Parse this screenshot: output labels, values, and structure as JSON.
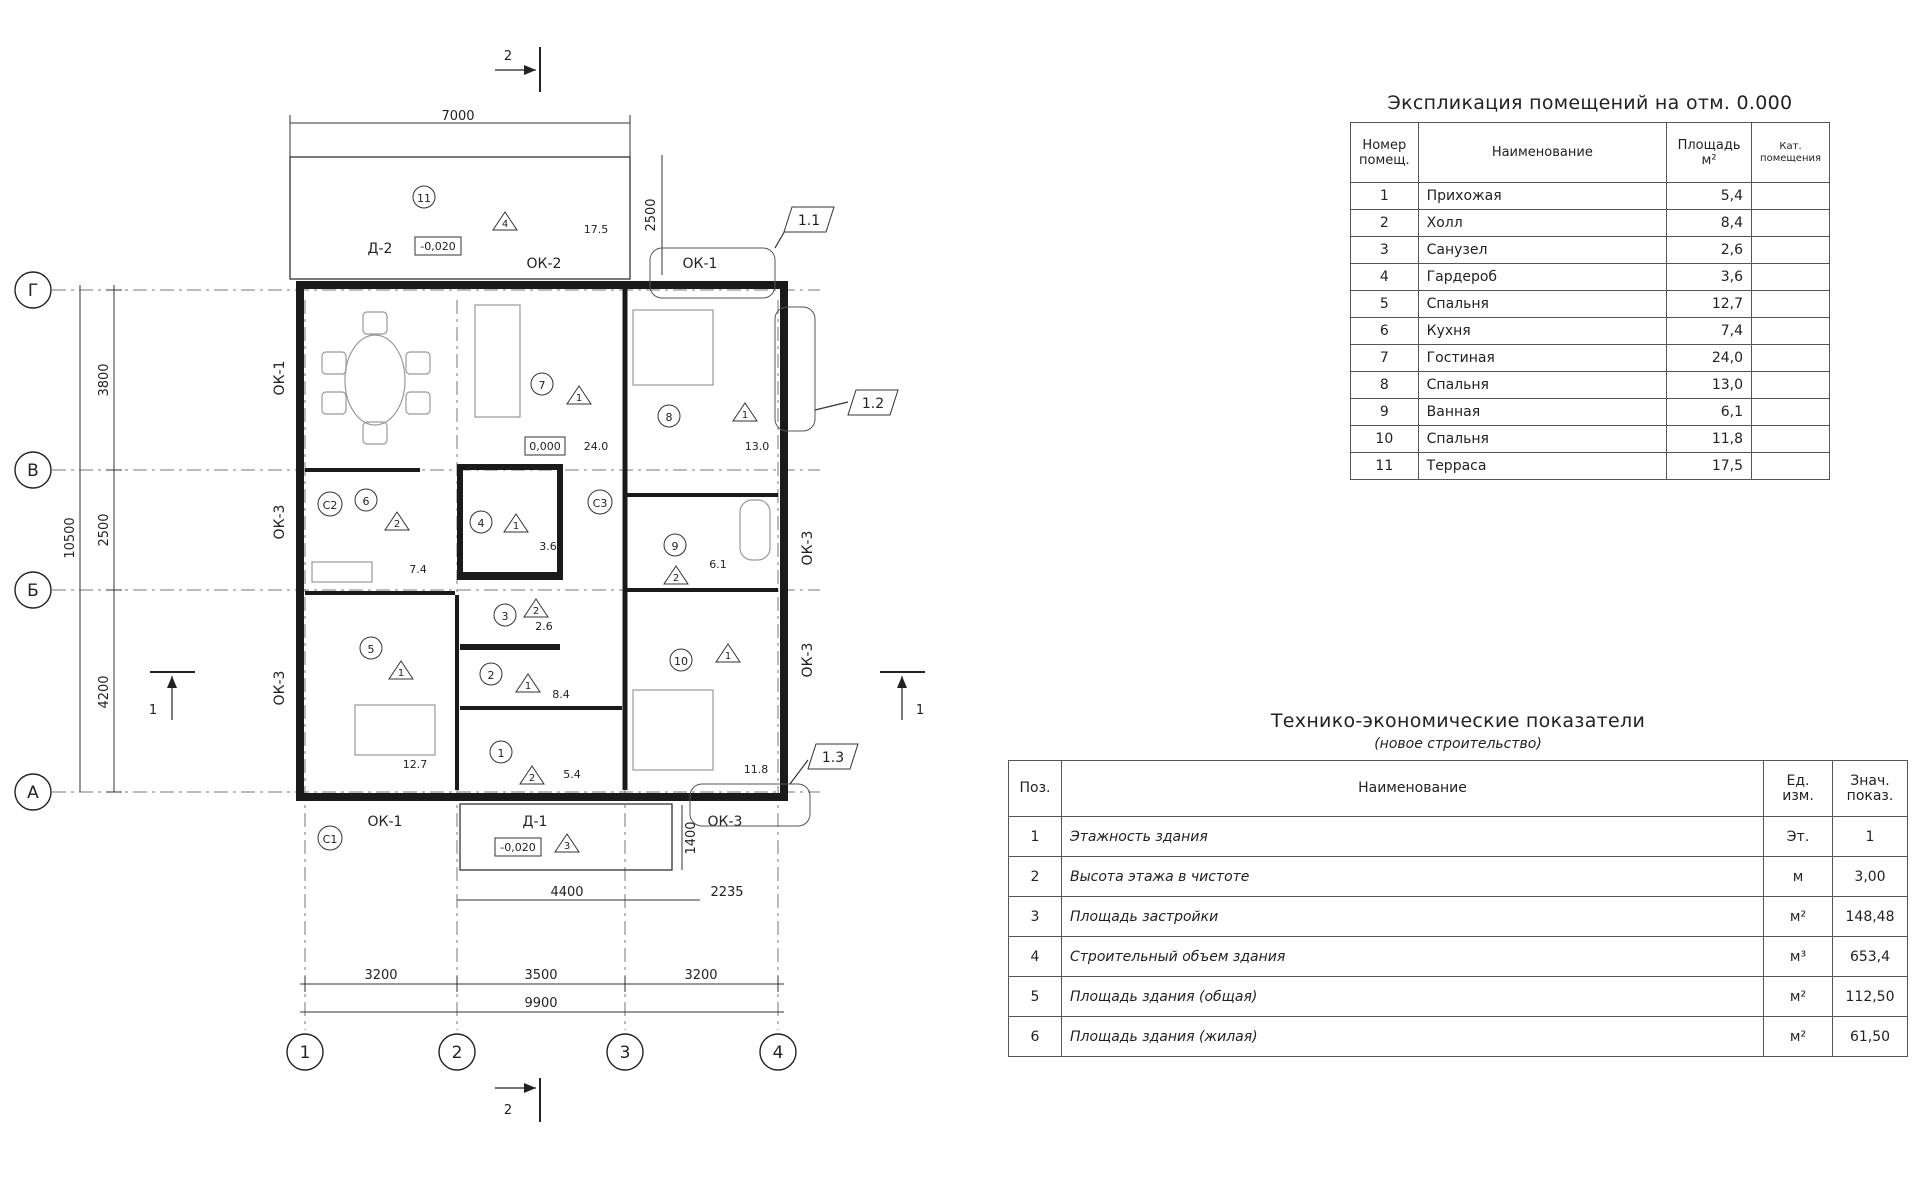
{
  "plan": {
    "dims": {
      "top": "7000",
      "terrace_depth": "2500",
      "left_total": "10500",
      "left_1": "3800",
      "left_2": "2500",
      "left_3": "4200",
      "bottom_1": "3200",
      "bottom_2": "3500",
      "bottom_3": "3200",
      "bottom_total": "9900",
      "porch_width": "4400",
      "porch_offset": "2235",
      "porch_depth": "1400"
    },
    "axes_rows": [
      "Г",
      "В",
      "Б",
      "А"
    ],
    "axes_cols": [
      "1",
      "2",
      "3",
      "4"
    ],
    "sections": {
      "s1": "1",
      "s2": "2"
    },
    "callouts": [
      "1.1",
      "1.2",
      "1.3"
    ],
    "elevations": {
      "terrace": "-0,020",
      "floor": "0,000",
      "porch": "-0,020"
    },
    "openings": {
      "ok1_top": "ОК-1",
      "ok2_top": "ОК-2",
      "ok1_left": "ОК-1",
      "ok3_left_a": "ОК-3",
      "ok3_left_b": "ОК-3",
      "ok3_right_a": "ОК-3",
      "ok3_right_b": "ОК-3",
      "ok1_bottom": "ОК-1",
      "ok3_bottom": "ОК-3",
      "d1": "Д-1",
      "d2": "Д-2"
    },
    "columns": {
      "c1": "С1",
      "c2": "С2",
      "c3": "С3"
    },
    "rooms": [
      {
        "num": "11",
        "area": "17.5",
        "tri": "4"
      },
      {
        "num": "7",
        "area": "24.0",
        "tri": "1"
      },
      {
        "num": "8",
        "area": "13.0",
        "tri": "1"
      },
      {
        "num": "6",
        "area": "7.4",
        "tri": "2"
      },
      {
        "num": "4",
        "area": "3.6",
        "tri": "1"
      },
      {
        "num": "3",
        "area": "2.6",
        "tri": "2"
      },
      {
        "num": "9",
        "area": "6.1",
        "tri": "2"
      },
      {
        "num": "5",
        "area": "12.7",
        "tri": "1"
      },
      {
        "num": "2",
        "area": "8.4",
        "tri": "1"
      },
      {
        "num": "10",
        "area": "11.8",
        "tri": "1"
      },
      {
        "num": "1",
        "area": "5.4",
        "tri": "2"
      }
    ],
    "porch_tri": "3"
  },
  "explication": {
    "title": "Экспликация помещений на отм. 0.000",
    "headers": [
      "Номер помещ.",
      "Наименование",
      "Площадь м²",
      "Кат. помещения"
    ],
    "rows": [
      [
        "1",
        "Прихожая",
        "5,4",
        ""
      ],
      [
        "2",
        "Холл",
        "8,4",
        ""
      ],
      [
        "3",
        "Санузел",
        "2,6",
        ""
      ],
      [
        "4",
        "Гардероб",
        "3,6",
        ""
      ],
      [
        "5",
        "Спальня",
        "12,7",
        ""
      ],
      [
        "6",
        "Кухня",
        "7,4",
        ""
      ],
      [
        "7",
        "Гостиная",
        "24,0",
        ""
      ],
      [
        "8",
        "Спальня",
        "13,0",
        ""
      ],
      [
        "9",
        "Ванная",
        "6,1",
        ""
      ],
      [
        "10",
        "Спальня",
        "11,8",
        ""
      ],
      [
        "11",
        "Терраса",
        "17,5",
        ""
      ]
    ]
  },
  "tep": {
    "title": "Технико-экономические показатели",
    "subtitle": "(новое строительство)",
    "headers": [
      "Поз.",
      "Наименование",
      "Ед. изм.",
      "Знач. показ."
    ],
    "rows": [
      [
        "1",
        "Этажность здания",
        "Эт.",
        "1"
      ],
      [
        "2",
        "Высота этажа в чистоте",
        "м",
        "3,00"
      ],
      [
        "3",
        "Площадь застройки",
        "м²",
        "148,48"
      ],
      [
        "4",
        "Строительный объем здания",
        "м³",
        "653,4"
      ],
      [
        "5",
        "Площадь здания (общая)",
        "м²",
        "112,50"
      ],
      [
        "6",
        "Площадь здания (жилая)",
        "м²",
        "61,50"
      ]
    ]
  }
}
